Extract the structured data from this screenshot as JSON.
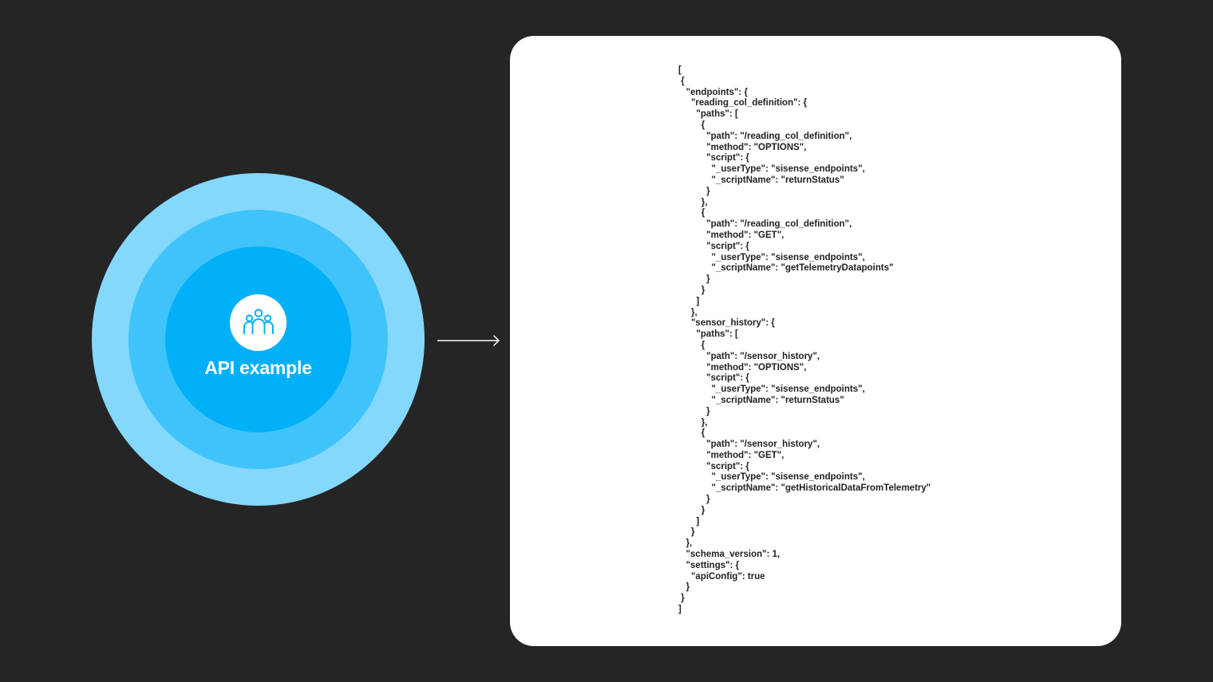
{
  "colors": {
    "background": "#252525",
    "ring_outer": "#84d8fc",
    "ring_middle": "#40c3fb",
    "ring_inner": "#02b0f8",
    "icon_stroke": "#02b0f8",
    "card": "#ffffff"
  },
  "node": {
    "icon": "people-group-icon",
    "label": "API example"
  },
  "connector": {
    "icon": "arrow-right-icon"
  },
  "code_lines": [
    "[",
    " {",
    "   \"endpoints\": {",
    "     \"reading_col_definition\": {",
    "       \"paths\": [",
    "         {",
    "           \"path\": \"/reading_col_definition\",",
    "           \"method\": \"OPTIONS\",",
    "           \"script\": {",
    "             \"_userType\": \"sisense_endpoints\",",
    "             \"_scriptName\": \"returnStatus\"",
    "           }",
    "         },",
    "         {",
    "           \"path\": \"/reading_col_definition\",",
    "           \"method\": \"GET\",",
    "           \"script\": {",
    "             \"_userType\": \"sisense_endpoints\",",
    "             \"_scriptName\": \"getTelemetryDatapoints\"",
    "           }",
    "         }",
    "       ]",
    "     },",
    "     \"sensor_history\": {",
    "       \"paths\": [",
    "         {",
    "           \"path\": \"/sensor_history\",",
    "           \"method\": \"OPTIONS\",",
    "           \"script\": {",
    "             \"_userType\": \"sisense_endpoints\",",
    "             \"_scriptName\": \"returnStatus\"",
    "           }",
    "         },",
    "         {",
    "           \"path\": \"/sensor_history\",",
    "           \"method\": \"GET\",",
    "           \"script\": {",
    "             \"_userType\": \"sisense_endpoints\",",
    "             \"_scriptName\": \"getHistoricalDataFromTelemetry\"",
    "           }",
    "         }",
    "       ]",
    "     }",
    "   },",
    "   \"schema_version\": 1,",
    "   \"settings\": {",
    "     \"apiConfig\": true",
    "   }",
    " }",
    "]"
  ]
}
